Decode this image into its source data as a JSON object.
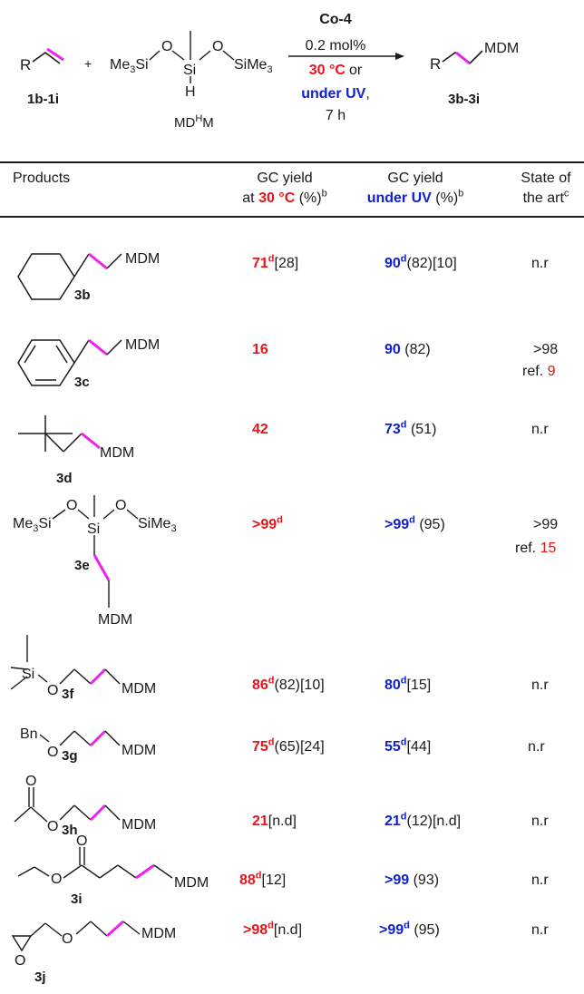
{
  "colors": {
    "accent_red": "#e8141b",
    "accent_blue": "#1020d0",
    "bond_highlight": "#ee22ee"
  },
  "scheme": {
    "substrate_r": "R",
    "substrate_label": "1b-1i",
    "plus": "+",
    "siloxane_left": "Me3Si",
    "siloxane_o": "O",
    "siloxane_si": "Si",
    "siloxane_h": "H",
    "siloxane_right": "SiMe3",
    "reagent_label": "MDHM",
    "catalyst": "Co-4",
    "loading": "0.2 mol%",
    "temp": "30 °C",
    "or": "or",
    "uv": "under UV",
    "comma": ",",
    "time": "7 h",
    "product_r": "R",
    "product_group": "MDM",
    "product_label": "3b-3i"
  },
  "header": {
    "products": "Products",
    "gc_yield_1": "GC yield",
    "at": "at",
    "temp": "30 °C",
    "pct_1": "(%)",
    "sup_1": "b",
    "gc_yield_2": "GC yield",
    "uv": "under UV",
    "pct_2": "(%)",
    "sup_2": "b",
    "state_1": "State of",
    "state_2": "the art",
    "sup_3": "c"
  },
  "rows": [
    {
      "label": "3b",
      "group": "MDM",
      "y30": "71",
      "y30_sup": "d",
      "y30_rest": "[28]",
      "yuv": "90",
      "yuv_sup": "d",
      "yuv_rest": "(82)[10]",
      "sota": "n.r",
      "ref": ""
    },
    {
      "label": "3c",
      "group": "MDM",
      "y30": "16",
      "y30_sup": "",
      "y30_rest": "",
      "yuv": "90",
      "yuv_sup": "",
      "yuv_rest": " (82)",
      "sota": ">98",
      "ref_prefix": "ref.",
      "ref": "9"
    },
    {
      "label": "3d",
      "group": "MDM",
      "y30": "42",
      "y30_sup": "",
      "y30_rest": "",
      "yuv": "73",
      "yuv_sup": "d",
      "yuv_rest": " (51)",
      "sota": "n.r",
      "ref": ""
    },
    {
      "label": "3e",
      "group": "MDM",
      "y30": ">99",
      "y30_sup": "d",
      "y30_rest": "",
      "yuv": ">99",
      "yuv_sup": "d",
      "yuv_rest": " (95)",
      "sota": ">99",
      "ref_prefix": "ref.",
      "ref": "15"
    },
    {
      "label": "3f",
      "group": "MDM",
      "y30": "86",
      "y30_sup": "d",
      "y30_rest": "(82)[10]",
      "yuv": "80",
      "yuv_sup": "d",
      "yuv_rest": "[15]",
      "sota": "n.r",
      "ref": ""
    },
    {
      "label": "3g",
      "group": "MDM",
      "y30": "75",
      "y30_sup": "d",
      "y30_rest": "(65)[24]",
      "yuv": "55",
      "yuv_sup": "d",
      "yuv_rest": "[44]",
      "sota": "n.r",
      "ref": ""
    },
    {
      "label": "3h",
      "group": "MDM",
      "y30": "21",
      "y30_sup": "",
      "y30_rest": "[n.d]",
      "yuv": "21",
      "yuv_sup": "d",
      "yuv_rest": "(12)[n.d]",
      "sota": "n.r",
      "ref": ""
    },
    {
      "label": "3i",
      "group": "MDM",
      "y30": "88",
      "y30_sup": "d",
      "y30_rest": "[12]",
      "yuv": ">99",
      "yuv_sup": "",
      "yuv_rest": " (93)",
      "sota": "n.r",
      "ref": ""
    },
    {
      "label": "3j",
      "group": "MDM",
      "y30": ">98",
      "y30_sup": "d",
      "y30_rest": "[n.d]",
      "yuv": ">99",
      "yuv_sup": "d",
      "yuv_rest": " (95)",
      "sota": "n.r",
      "ref": ""
    }
  ],
  "structures": {
    "tms": "Si",
    "o": "O",
    "bn": "Bn",
    "me3si": "Me3Si",
    "sime3": "SiMe3",
    "si": "Si"
  }
}
